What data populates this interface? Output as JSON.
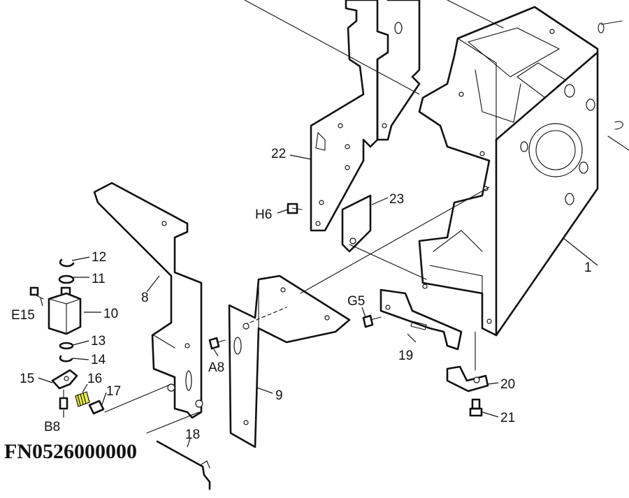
{
  "diagram": {
    "figure_code": "FN0526000000",
    "labels": {
      "p1": "1",
      "p8": "8",
      "p9": "9",
      "p10": "10",
      "p11": "11",
      "p12": "12",
      "p13": "13",
      "p14": "14",
      "p15": "15",
      "p16": "16",
      "p17": "17",
      "p18": "18",
      "p19": "19",
      "p20": "20",
      "p21": "21",
      "p22": "22",
      "p23": "23",
      "a8": "A8",
      "b8": "B8",
      "e15": "E15",
      "g5": "G5",
      "h6": "H6"
    },
    "colors": {
      "line": "#111111",
      "spring": "#e8e84a",
      "background": "#ffffff"
    }
  }
}
